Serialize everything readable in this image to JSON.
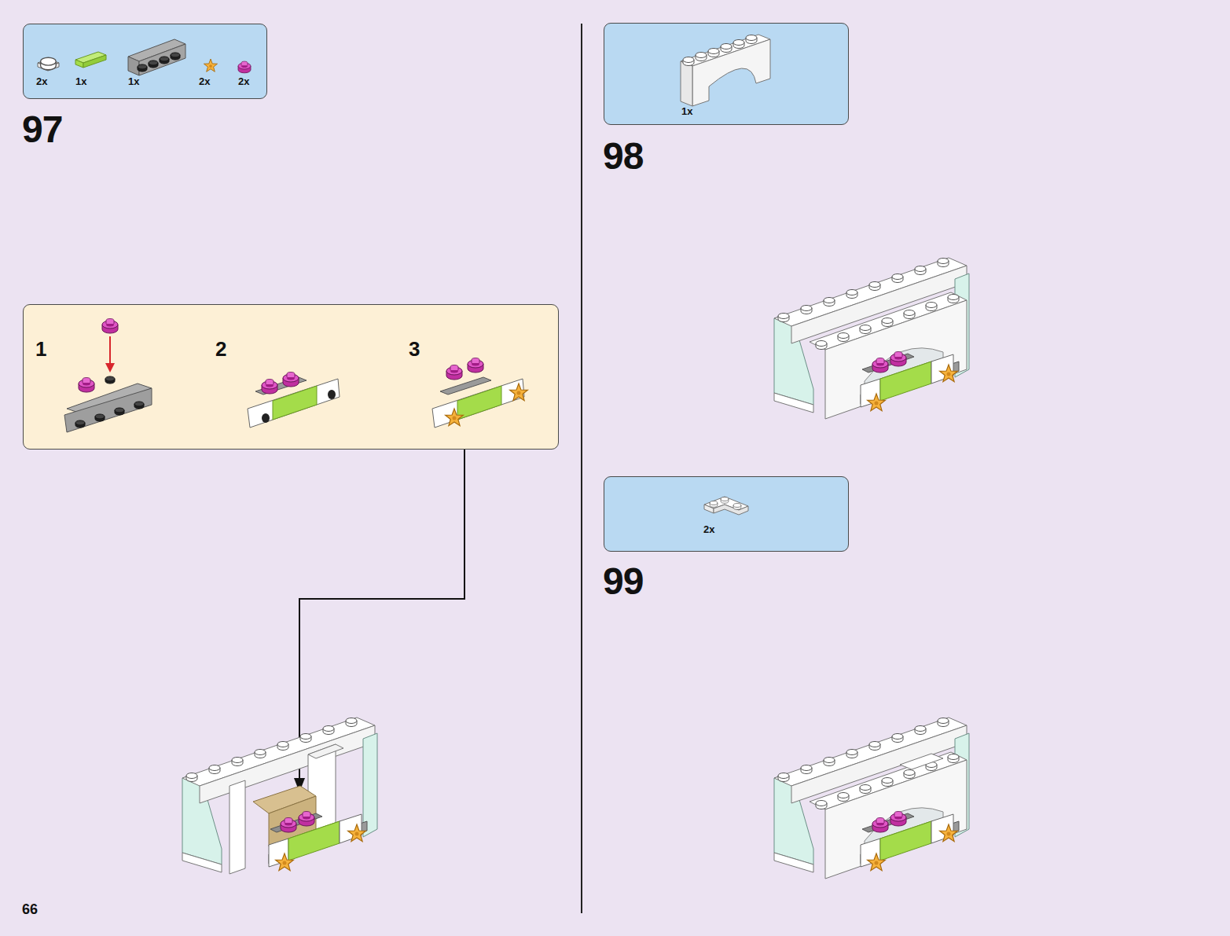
{
  "diagram": {
    "nodes": [
      {
        "text": [
          "2x",
          "1x",
          "1x",
          "2x",
          "2x"
        ]
      },
      {
        "text": [
          "1",
          "2",
          "3"
        ]
      },
      {
        "text": [
          "1x"
        ]
      },
      {
        "text": [
          "2x"
        ]
      }
    ],
    "labels": [
      "97",
      "98",
      "99",
      "66"
    ]
  }
}
